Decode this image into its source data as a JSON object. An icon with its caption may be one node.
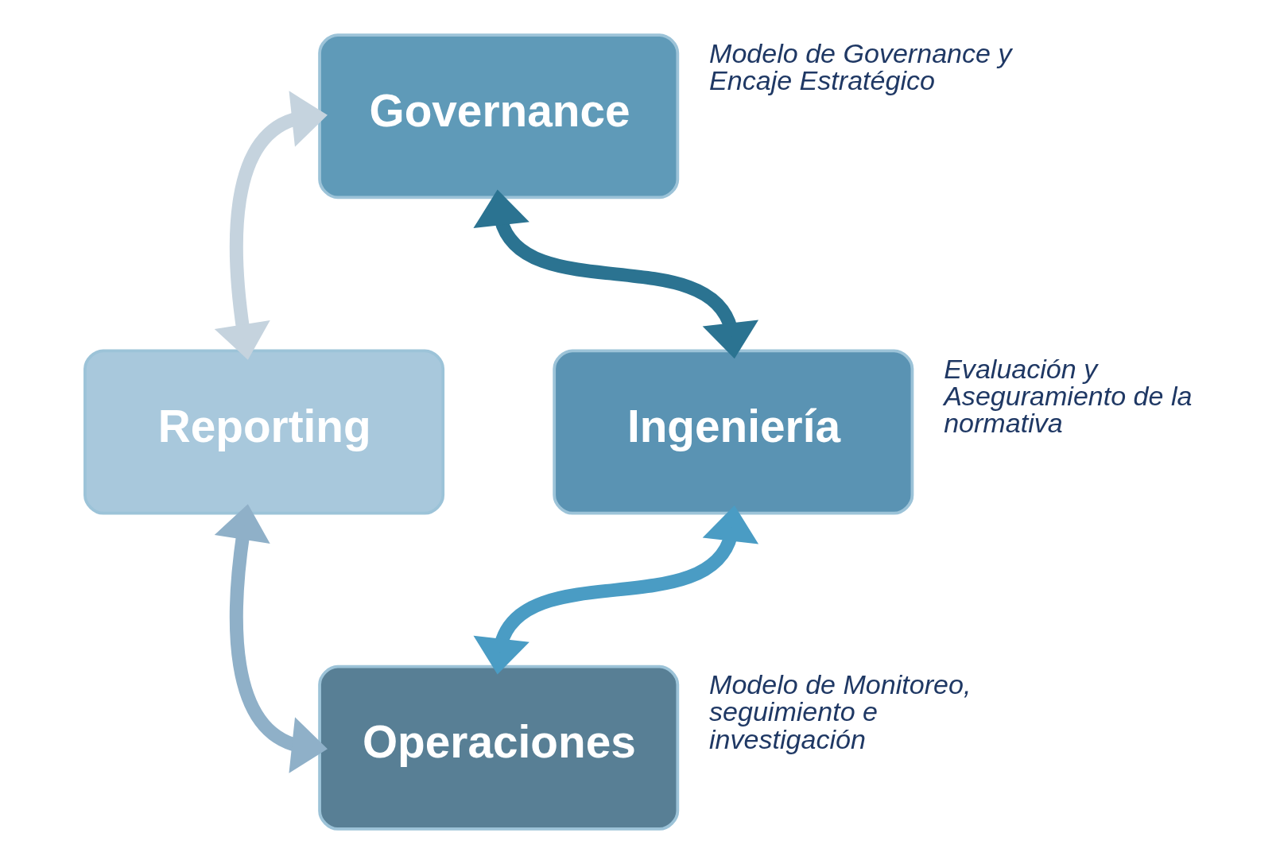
{
  "diagram": {
    "nodes": [
      {
        "text": [
          "Governance"
        ],
        "beside": [
          "Modelo de Governance y Encaje Estratégico"
        ]
      },
      {
        "text": [
          "Reporting"
        ]
      },
      {
        "text": [
          "Ingeniería"
        ],
        "beside": [
          "Evaluación y Aseguramiento de la normativa"
        ]
      },
      {
        "text": [
          "Operaciones"
        ],
        "beside": [
          "Modelo de Monitoreo, seguimiento e investigación"
        ]
      }
    ],
    "edges": [
      {
        "from": 0,
        "to": 1,
        "arrow": "both",
        "color": "#c5d3de"
      },
      {
        "from": 0,
        "to": 2,
        "arrow": "both",
        "color": "#2b7391"
      },
      {
        "from": 2,
        "to": 3,
        "arrow": "both",
        "color": "#4a9cc4"
      },
      {
        "from": 1,
        "to": 3,
        "arrow": "both",
        "color": "#8fb0c8"
      }
    ]
  }
}
